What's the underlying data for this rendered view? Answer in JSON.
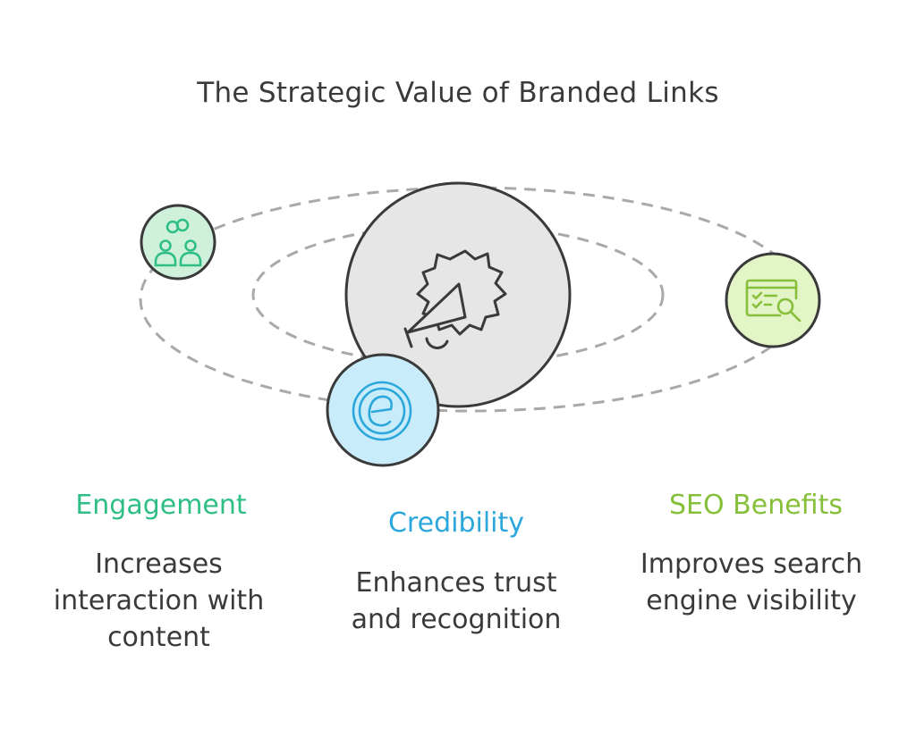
{
  "title": "The Strategic Value of Branded Links",
  "colors": {
    "engagement": "#2fbf86",
    "credibility": "#2ba7dc",
    "seo": "#86bf3a",
    "engagement_fill": "#cff1dc",
    "credibility_fill": "#c9ecfb",
    "seo_fill": "#e3f4c6",
    "center_fill": "#e6e6e6",
    "stroke": "#3a3a3a",
    "orbit": "#a9a9a9"
  },
  "items": [
    {
      "key": "engagement",
      "label": "Engagement",
      "description": "Increases interaction with content",
      "icon": "users-link-icon"
    },
    {
      "key": "credibility",
      "label": "Credibility",
      "description": "Enhances trust and recognition",
      "icon": "e-badge-icon"
    },
    {
      "key": "seo",
      "label": "SEO Benefits",
      "description": "Improves search engine visibility",
      "icon": "search-window-icon"
    }
  ],
  "center": {
    "icon": "megaphone-badge-icon"
  }
}
